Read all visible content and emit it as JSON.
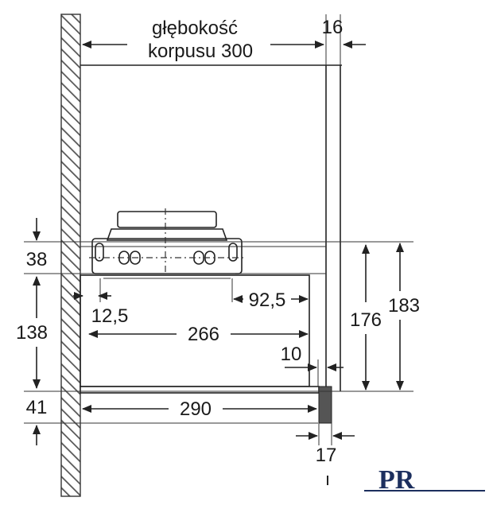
{
  "depth_label_line1": "głębokość",
  "depth_label_line2": "korpusu 300",
  "dims": {
    "d16": "16",
    "d38": "38",
    "d138": "138",
    "d41": "41",
    "d12_5": "12,5",
    "d92_5": "92,5",
    "d266": "266",
    "d10": "10",
    "d290": "290",
    "d176": "176",
    "d183": "183",
    "d17": "17"
  },
  "logo_text": "PR",
  "colors": {
    "line": "#222222",
    "hatch": "#555555",
    "logo": "#1c2f5e"
  }
}
